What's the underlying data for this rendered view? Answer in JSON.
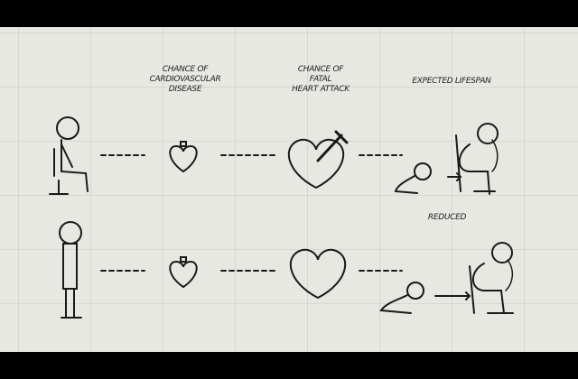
{
  "headers": {
    "cardio": "CHANCE OF\nCARDIOVASCULAR\nDISEASE",
    "fatal": "CHANCE OF\nFATAL\nHEART ATTACK",
    "lifespan": "EXPECTED LIFESPAN"
  },
  "rows": [
    {
      "label": "sitting-person"
    },
    {
      "label": "standing-person",
      "lifespan_note": "REDUCED"
    }
  ],
  "colors": {
    "paper": "#e6e8e1",
    "ink": "#1a1a1a"
  }
}
